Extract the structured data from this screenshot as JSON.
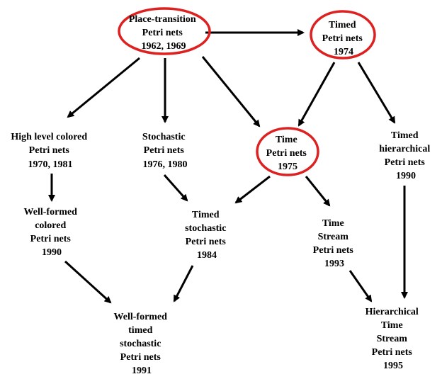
{
  "colors": {
    "highlight": "#dd2020",
    "ink": "#000000"
  },
  "nodes": {
    "place_transition": {
      "lines": [
        "Place-transition",
        "Petri nets",
        "1962, 1969"
      ],
      "highlighted": true
    },
    "timed": {
      "lines": [
        "Timed",
        "Petri nets",
        "1974"
      ],
      "highlighted": true
    },
    "high_level": {
      "lines": [
        "High level colored",
        "Petri nets",
        "1970, 1981"
      ],
      "highlighted": false
    },
    "stochastic": {
      "lines": [
        "Stochastic",
        "Petri nets",
        "1976, 1980"
      ],
      "highlighted": false
    },
    "time": {
      "lines": [
        "Time",
        "Petri nets",
        "1975"
      ],
      "highlighted": true
    },
    "timed_hier": {
      "lines": [
        "Timed",
        "hierarchical",
        "Petri nets",
        "1990"
      ],
      "highlighted": false
    },
    "well_formed": {
      "lines": [
        "Well-formed",
        "colored",
        "Petri nets",
        "1990"
      ],
      "highlighted": false
    },
    "timed_stoch": {
      "lines": [
        "Timed",
        "stochastic",
        "Petri nets",
        "1984"
      ],
      "highlighted": false
    },
    "time_stream": {
      "lines": [
        "Time",
        "Stream",
        "Petri nets",
        "1993"
      ],
      "highlighted": false
    },
    "wf_timed_stoch": {
      "lines": [
        "Well-formed",
        "timed",
        "stochastic",
        "Petri nets",
        "1991"
      ],
      "highlighted": false
    },
    "hier_time_stream": {
      "lines": [
        "Hierarchical",
        "Time",
        "Stream",
        "Petri nets",
        "1995"
      ],
      "highlighted": false
    }
  },
  "edges": [
    {
      "from": "place_transition",
      "to": "timed"
    },
    {
      "from": "place_transition",
      "to": "high_level"
    },
    {
      "from": "place_transition",
      "to": "stochastic"
    },
    {
      "from": "place_transition",
      "to": "time"
    },
    {
      "from": "timed",
      "to": "time"
    },
    {
      "from": "timed",
      "to": "timed_hier"
    },
    {
      "from": "high_level",
      "to": "well_formed"
    },
    {
      "from": "stochastic",
      "to": "timed_stoch"
    },
    {
      "from": "time",
      "to": "timed_stoch"
    },
    {
      "from": "time",
      "to": "time_stream"
    },
    {
      "from": "well_formed",
      "to": "wf_timed_stoch"
    },
    {
      "from": "timed_stoch",
      "to": "wf_timed_stoch"
    },
    {
      "from": "time_stream",
      "to": "hier_time_stream"
    },
    {
      "from": "timed_hier",
      "to": "hier_time_stream"
    }
  ]
}
